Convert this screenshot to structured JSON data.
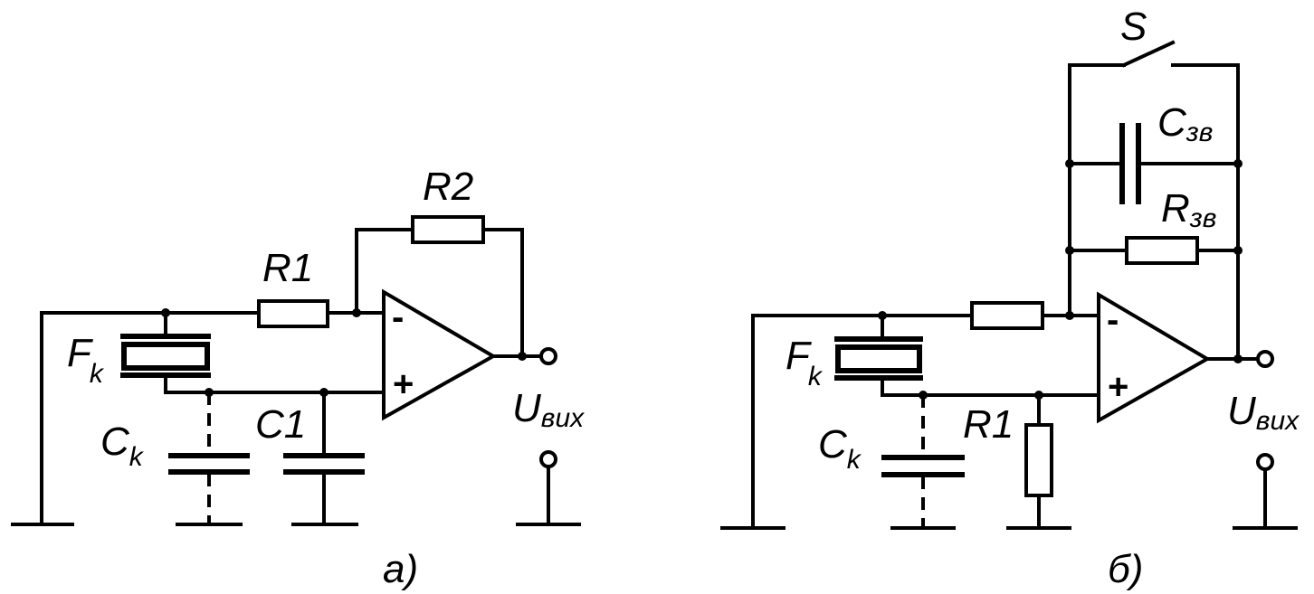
{
  "circuit_a": {
    "caption": "а)",
    "crystal": {
      "main": "F",
      "sub": "k"
    },
    "cap_k": {
      "main": "C",
      "sub": "k"
    },
    "r1": "R1",
    "r2": "R2",
    "c1": "C1",
    "out": {
      "main": "U",
      "sub": "вих"
    },
    "minus": "-",
    "plus": "+"
  },
  "circuit_b": {
    "caption": "б)",
    "switch": "S",
    "cap_fb": {
      "main": "C",
      "sub": "зв"
    },
    "res_fb": {
      "main": "R",
      "sub": "зв"
    },
    "crystal": {
      "main": "F",
      "sub": "k"
    },
    "cap_k": {
      "main": "C",
      "sub": "k"
    },
    "r1": "R1",
    "out": {
      "main": "U",
      "sub": "вих"
    },
    "minus": "-",
    "plus": "+"
  }
}
